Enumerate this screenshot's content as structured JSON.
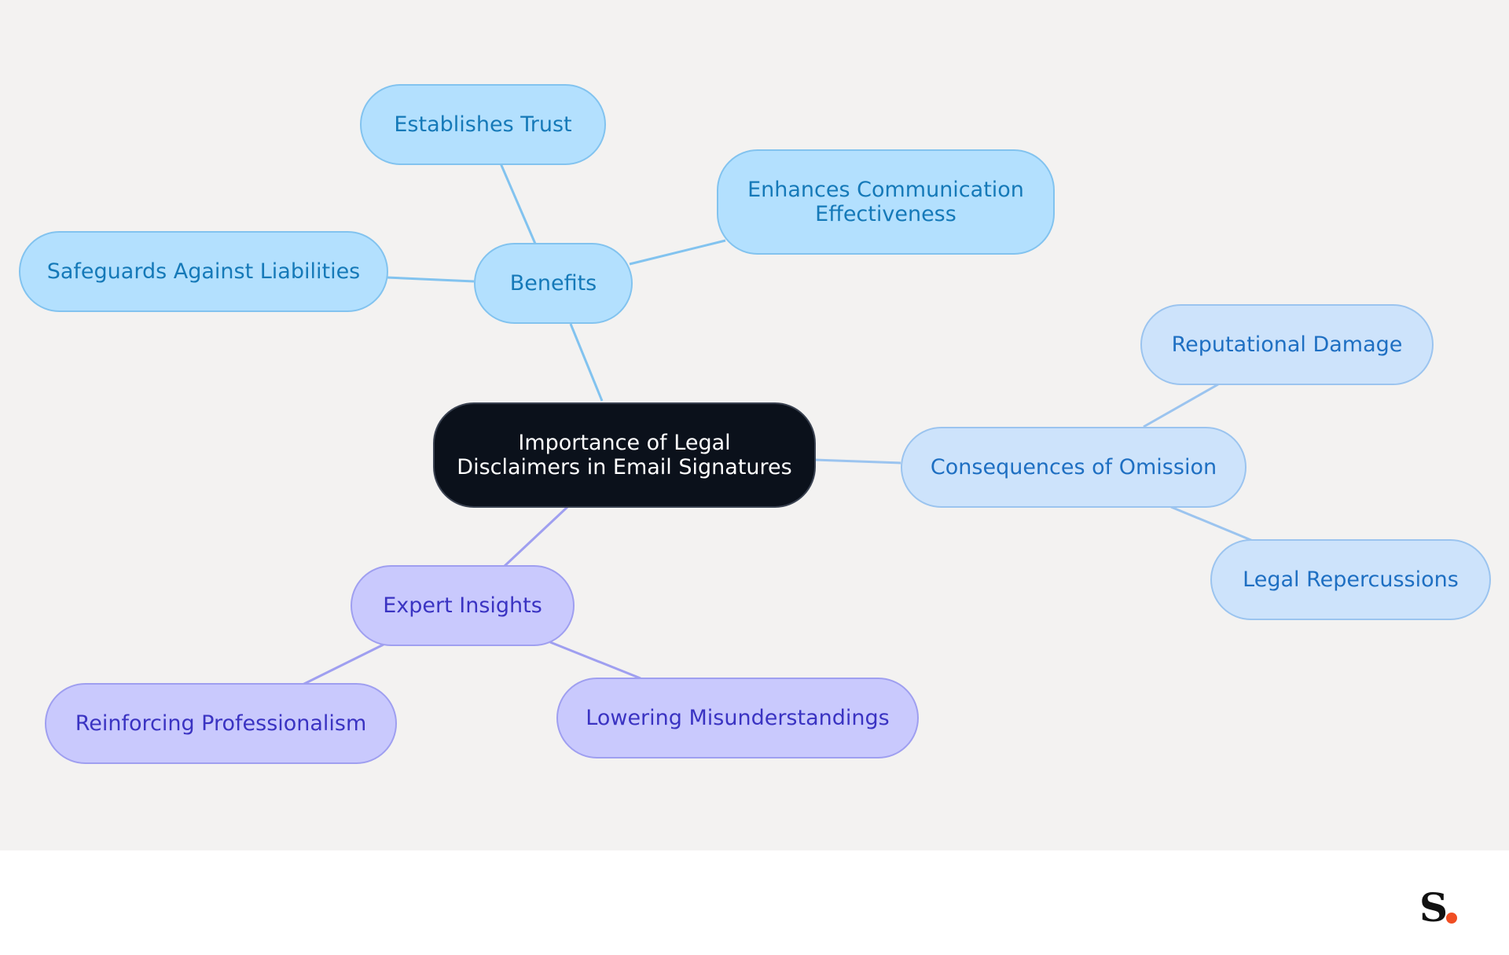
{
  "diagram": {
    "type": "mind-map",
    "root": {
      "label": "Importance of Legal\nDisclaimers in Email Signatures"
    },
    "branches": [
      {
        "label": "Benefits",
        "children": [
          {
            "label": "Establishes Trust"
          },
          {
            "label": "Enhances Communication\nEffectiveness"
          },
          {
            "label": "Safeguards Against Liabilities"
          }
        ]
      },
      {
        "label": "Consequences of Omission",
        "children": [
          {
            "label": "Reputational Damage"
          },
          {
            "label": "Legal Repercussions"
          }
        ]
      },
      {
        "label": "Expert Insights",
        "children": [
          {
            "label": "Reinforcing Professionalism"
          },
          {
            "label": "Lowering Misunderstandings"
          }
        ]
      }
    ],
    "colors": {
      "background": "#f3f2f1",
      "root_fill": "#0b111b",
      "benefits_fill": "#b3e0fe",
      "benefits_edge": "#82c3ef",
      "consequences_fill": "#cde3fb",
      "consequences_edge": "#9bc4ef",
      "insights_fill": "#c9c9fd",
      "insights_edge": "#9f9ff0",
      "logo_dot": "#f04e23"
    }
  },
  "branding": {
    "logo_letter": "S",
    "logo_icon": "brand-logo-icon"
  }
}
